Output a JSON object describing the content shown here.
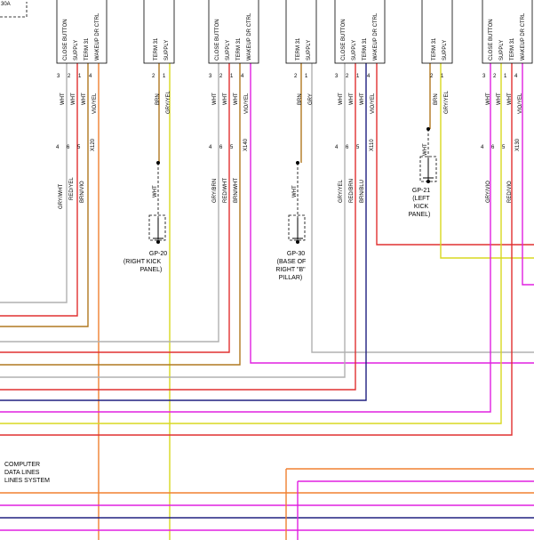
{
  "colors": {
    "wire_gray": "#b0b0b0",
    "wire_yellow": "#d8d820",
    "wire_red": "#e03030",
    "wire_brown": "#b07820",
    "wire_magenta": "#e020e0",
    "wire_violet_yellow": "#c080c0",
    "wire_navy": "#202080",
    "wire_orange": "#f08030"
  },
  "top_left_box": "30A",
  "modules": [
    {
      "name": "door-module-1",
      "pins": [
        "CLOSE BUTTON",
        "SUPPLY",
        "TERM 31",
        "WAKEUP DR CTRL"
      ],
      "pin_numbers": [
        "3",
        "2",
        "1",
        "4"
      ],
      "wire_colors": [
        "WHT",
        "WHT",
        "WHT",
        "VIO/YEL"
      ]
    },
    {
      "name": "door-module-2",
      "pins": [
        "CLOSE BUTTON",
        "SUPPLY",
        "TERM 31",
        "WAKEUP DR CTRL"
      ],
      "pin_numbers": [
        "3",
        "2",
        "1",
        "4"
      ],
      "wire_colors": [
        "WHT",
        "WHT",
        "WHT",
        "VIO/YEL"
      ]
    },
    {
      "name": "door-module-3",
      "pins": [
        "CLOSE BUTTON",
        "SUPPLY",
        "TERM 31",
        "WAKEUP DR CTRL"
      ],
      "pin_numbers": [
        "3",
        "2",
        "1",
        "4"
      ],
      "wire_colors": [
        "WHT",
        "WHT",
        "WHT",
        "VIO/YEL"
      ]
    },
    {
      "name": "door-module-4",
      "pins": [
        "CLOSE BUTTON",
        "SUPPLY",
        "TERM 31",
        "WAKEUP DR CTRL"
      ],
      "pin_numbers": [
        "3",
        "2",
        "1",
        "4"
      ],
      "wire_colors": [
        "WHT",
        "WHT",
        "WHT",
        "VIO/YEL"
      ]
    }
  ],
  "term_connectors": [
    {
      "pins": [
        "TERM 31",
        "SUPPLY"
      ],
      "pin_numbers": [
        "2",
        "1"
      ],
      "wire_colors": [
        "BRN",
        "GRY/YEL"
      ]
    },
    {
      "pins": [
        "TERM 31",
        "SUPPLY"
      ],
      "pin_numbers": [
        "2",
        "1"
      ],
      "wire_colors": [
        "BRN",
        "GRY"
      ]
    },
    {
      "pins": [
        "TERM 31",
        "SUPPLY"
      ],
      "pin_numbers": [
        "2",
        "1"
      ],
      "wire_colors": [
        "BRN",
        "GRY/YEL"
      ]
    }
  ],
  "connectors": [
    {
      "id": "X120",
      "pins": [
        "4",
        "6",
        "5"
      ],
      "wire_colors": [
        "GRY/WHT",
        "RED/YEL",
        "BRN/VIO"
      ]
    },
    {
      "id": "X140",
      "pins": [
        "4",
        "6",
        "5"
      ],
      "wire_colors": [
        "GRY/BRN",
        "RED/WHT",
        "BRN/WHT"
      ]
    },
    {
      "id": "X110",
      "pins": [
        "4",
        "6",
        "5"
      ],
      "wire_colors": [
        "GRY/YEL",
        "RED/BRN",
        "BRN/BLU"
      ]
    },
    {
      "id": "X130",
      "pins": [
        "4",
        "6",
        "5"
      ],
      "wire_colors": [
        "GRY/VIO",
        "RED/VIO"
      ]
    }
  ],
  "grounds": [
    {
      "wire_color": "WHT",
      "label": [
        "GP-20",
        "(RIGHT KICK",
        "PANEL)"
      ]
    },
    {
      "wire_color": "WHT",
      "label": [
        "GP-30",
        "(BASE OF",
        "RIGHT \"B\"",
        "PILLAR)"
      ]
    },
    {
      "wire_color": "WHT",
      "label": [
        "GP-21",
        "(LEFT",
        "KICK",
        "PANEL)"
      ]
    }
  ],
  "system_label": [
    "COMPUTER",
    "DATA LINES",
    "LINES SYSTEM"
  ]
}
